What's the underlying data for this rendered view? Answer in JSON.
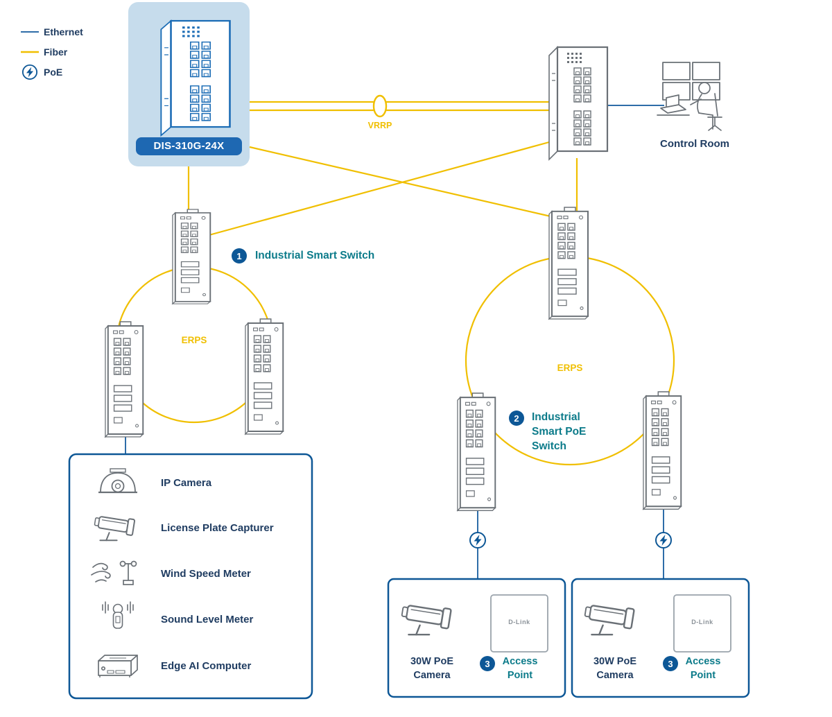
{
  "colors": {
    "brand_blue": "#0d5796",
    "line_blue": "#2e6da8",
    "fiber_yellow": "#f0bf00",
    "teal_text": "#0c7b8a",
    "navy_text": "#1f3c61",
    "device_gray": "#6a7076",
    "highlight_bg": "#c6dcec",
    "core_label_bg": "#1e68b2"
  },
  "legend": {
    "ethernet_label": "Ethernet",
    "fiber_label": "Fiber",
    "poe_label": "PoE"
  },
  "core_switch": {
    "model": "DIS-310G-24X"
  },
  "links": {
    "vrrp_label": "VRRP"
  },
  "control_room": {
    "label": "Control Room"
  },
  "ring1": {
    "erps_label": "ERPS",
    "badge": "1",
    "title": "Industrial Smart Switch"
  },
  "ring2": {
    "erps_label": "ERPS",
    "badge": "2",
    "title": "Industrial\nSmart PoE\nSwitch"
  },
  "device_panel": {
    "items": [
      {
        "icon": "dome-camera-icon",
        "label": "IP Camera"
      },
      {
        "icon": "bullet-camera-icon",
        "label": "License Plate Capturer"
      },
      {
        "icon": "wind-meter-icon",
        "label": "Wind Speed Meter"
      },
      {
        "icon": "sound-meter-icon",
        "label": "Sound Level Meter"
      },
      {
        "icon": "edge-ai-icon",
        "label": "Edge AI Computer"
      }
    ]
  },
  "poe_boxes": [
    {
      "camera_label": "30W PoE\nCamera",
      "badge": "3",
      "ap_label": "Access\nPoint",
      "ap_brand": "D-Link"
    },
    {
      "camera_label": "30W PoE\nCamera",
      "badge": "3",
      "ap_label": "Access\nPoint",
      "ap_brand": "D-Link"
    }
  ]
}
